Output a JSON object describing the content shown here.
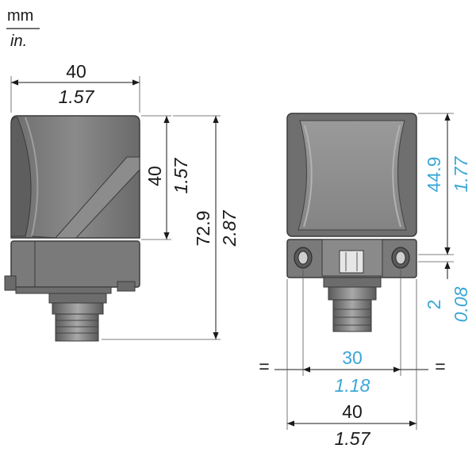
{
  "units": {
    "top": "mm",
    "bottom": "in."
  },
  "colors": {
    "body": "#7d7d7d",
    "body_dark": "#5a5a5a",
    "face": "#969696",
    "accent": "#3aa7d6",
    "line": "#1a1a1a"
  },
  "side_view": {
    "width_mm": "40",
    "width_in": "1.57",
    "head_height_mm": "40",
    "head_height_in": "1.57",
    "total_height_mm": "72.9",
    "total_height_in": "2.87"
  },
  "front_view": {
    "head_height_mm": "44.9",
    "head_height_in": "1.77",
    "gap_mm": "2",
    "gap_in": "0.08",
    "hole_spacing_mm": "30",
    "hole_spacing_in": "1.18",
    "width_mm": "40",
    "width_in": "1.57",
    "equal_mark_left": "=",
    "equal_mark_right": "="
  }
}
